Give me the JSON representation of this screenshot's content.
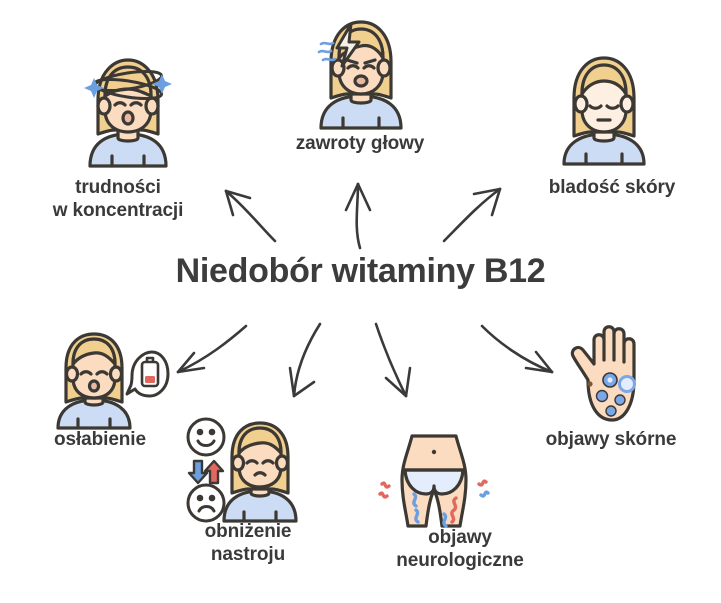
{
  "title": "Niedobór witaminy B12",
  "background_color": "#ffffff",
  "text_color": "#3a3a3a",
  "palette": {
    "outline": "#3c3833",
    "hair": "#f0cf8f",
    "hair_light": "#f5debb",
    "skin": "#fbdcc0",
    "shirt": "#ccdcf4",
    "accent_blue": "#6b9fe0",
    "accent_red": "#e2675f",
    "spot_blue": "#7aa7e8",
    "arrow": "#3a3a3a"
  },
  "symptoms": [
    {
      "id": "trudnosci-w-koncentracji",
      "label": "trudności\nw koncentracji",
      "icon": "dizzy-woman-stars-icon",
      "position": "top-left"
    },
    {
      "id": "zawroty-glowy",
      "label": "zawroty głowy",
      "icon": "woman-lightning-headache-icon",
      "position": "top-center"
    },
    {
      "id": "bladosc-skory",
      "label": "bladość skóry",
      "icon": "pale-woman-icon",
      "position": "top-right"
    },
    {
      "id": "oslabienie",
      "label": "osłabienie",
      "icon": "woman-low-battery-icon",
      "position": "bottom-left"
    },
    {
      "id": "obnizenie-nastroju",
      "label": "obniżenie\nnastroju",
      "icon": "woman-mood-faces-icon",
      "position": "bottom-center-left"
    },
    {
      "id": "objawy-neurologiczne",
      "label": "objawy\nneurologiczne",
      "icon": "hips-tingling-icon",
      "position": "bottom-center-right"
    },
    {
      "id": "objawy-skorne",
      "label": "objawy skórne",
      "icon": "hand-spots-icon",
      "position": "bottom-right"
    }
  ],
  "arrows": [
    {
      "id": "arrow-to-trudnosci",
      "direction": "up-left"
    },
    {
      "id": "arrow-to-zawroty",
      "direction": "up"
    },
    {
      "id": "arrow-to-bladosc",
      "direction": "up-right"
    },
    {
      "id": "arrow-to-oslabienie",
      "direction": "down-left"
    },
    {
      "id": "arrow-to-obnizenie",
      "direction": "down"
    },
    {
      "id": "arrow-to-neurologiczne",
      "direction": "down"
    },
    {
      "id": "arrow-to-skorne",
      "direction": "down-right"
    }
  ]
}
